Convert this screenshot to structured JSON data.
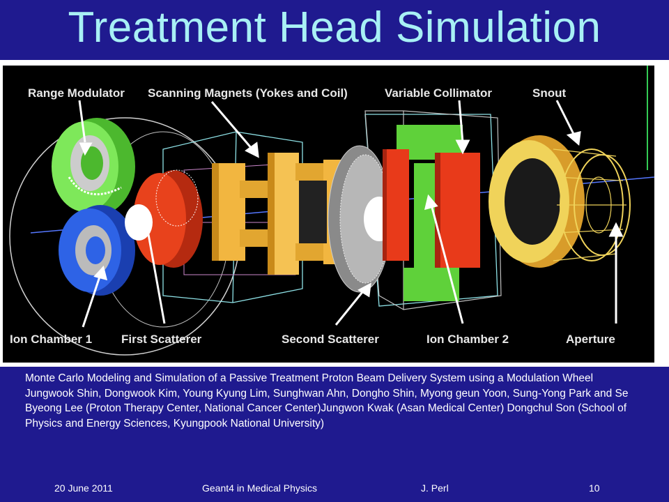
{
  "slide": {
    "title": "Treatment Head Simulation",
    "caption": "Monte Carlo Modeling and Simulation of a Passive Treatment Proton Beam Delivery System using a Modulation Wheel Jungwook Shin, Dongwook Kim, Young Kyung Lim, Sunghwan Ahn, Dongho Shin, Myong geun Yoon, Sung-Yong Park and Se Byeong Lee (Proton Therapy Center, National Cancer Center)Jungwon Kwak (Asan Medical Center) Dongchul Son (School of Physics and Energy Sciences, Kyungpook National University)",
    "footer": {
      "date": "20 June 2011",
      "event": "Geant4 in Medical Physics",
      "author": "J. Perl",
      "page": "10"
    }
  },
  "figure": {
    "labels": {
      "range_modulator": "Range Modulator",
      "scanning_magnets": "Scanning Magnets (Yokes and Coil)",
      "variable_collimator": "Variable Collimator",
      "snout": "Snout",
      "ion_chamber_1": "Ion Chamber 1",
      "first_scatterer": "First Scatterer",
      "second_scatterer": "Second Scatterer",
      "ion_chamber_2": "Ion Chamber 2",
      "aperture": "Aperture"
    }
  },
  "colors": {
    "background": "#1f1a8f",
    "title": "#a8f0f5",
    "green": "#5fd13a",
    "blue": "#2255dd",
    "red": "#e83a1a",
    "gold": "#f2b640",
    "yellow": "#f0d35a"
  }
}
